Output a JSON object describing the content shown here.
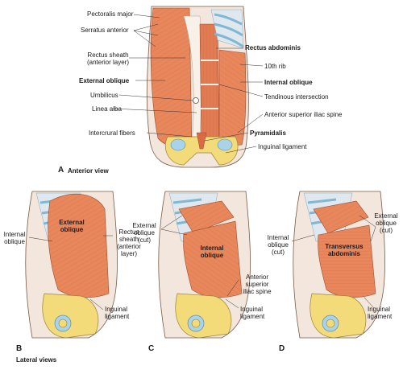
{
  "panel_a": {
    "letter": "A",
    "caption": "Anterior view",
    "labels": {
      "pectoralis_major": "Pectoralis major",
      "serratus_anterior": "Serratus anterior",
      "rectus_sheath_1": "Rectus sheath",
      "rectus_sheath_2": "(anterior layer)",
      "external_oblique": "External oblique",
      "umbilicus": "Umbilicus",
      "linea_alba": "Linea alba",
      "intercrural_fibers": "Intercrural fibers",
      "rectus_abdominis": "Rectus abdominis",
      "tenth_rib": "10th rib",
      "internal_oblique": "Internal oblique",
      "tendinous_intersection": "Tendinous intersection",
      "asis": "Anterior superior iliac spine",
      "pyramidalis": "Pyramidalis",
      "inguinal_ligament": "Inguinal ligament"
    }
  },
  "panel_b": {
    "letter": "B",
    "caption": "Lateral views",
    "labels": {
      "muscle_1": "External",
      "muscle_2": "oblique",
      "internal_1": "Internal",
      "internal_2": "oblique",
      "sheath_1": "Rectus",
      "sheath_2": "sheath",
      "sheath_3": "(anterior",
      "sheath_4": "layer)",
      "inguinal_1": "Inguinal",
      "inguinal_2": "ligament"
    }
  },
  "panel_c": {
    "letter": "C",
    "labels": {
      "ext_1": "External",
      "ext_2": "oblique",
      "ext_3": "(cut)",
      "muscle_1": "Internal",
      "muscle_2": "oblique",
      "asis_1": "Anterior",
      "asis_2": "superior",
      "asis_3": "iliac spine",
      "inguinal_1": "Inguinal",
      "inguinal_2": "ligament"
    }
  },
  "panel_d": {
    "letter": "D",
    "labels": {
      "int_1": "Internal",
      "int_2": "oblique",
      "int_3": "(cut)",
      "muscle_1": "Transversus",
      "muscle_2": "abdominis",
      "ext_1": "External",
      "ext_2": "oblique",
      "ext_3": "(cut)",
      "inguinal_1": "Inguinal",
      "inguinal_2": "ligament"
    }
  },
  "colors": {
    "muscle": "#e9875c",
    "muscle_dark": "#c9623a",
    "bone": "#f3db7a",
    "cartilage": "#a9d3e8",
    "sheath": "#f5efe6"
  }
}
